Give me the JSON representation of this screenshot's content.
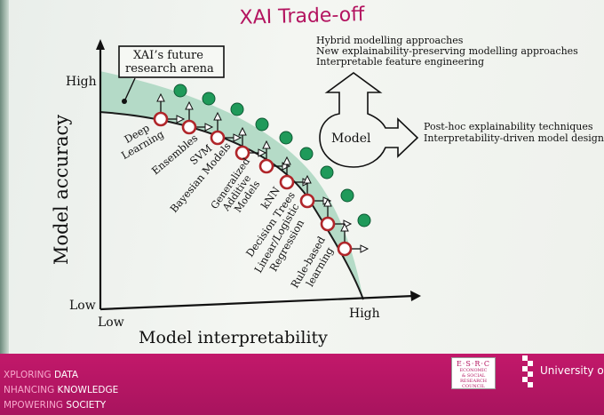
{
  "title": "XAI Trade-off",
  "colors": {
    "accent": "#b3135f",
    "green": "#1f9a5a",
    "band": "#a9d6bf",
    "marker": "#b0262a"
  },
  "axes": {
    "y_label": "Model accuracy",
    "x_label": "Model interpretability",
    "y_high": "High",
    "y_low": "Low",
    "x_low": "Low",
    "x_high": "High"
  },
  "future_box": {
    "line1": "XAI’s future",
    "line2": "research arena"
  },
  "models": [
    {
      "line1": "Deep",
      "line2": "Learning"
    },
    {
      "line1": "Ensembles",
      "line2": ""
    },
    {
      "line1": "SVM",
      "line2": ""
    },
    {
      "line1": "Bayesian Models",
      "line2": ""
    },
    {
      "line1": "Generalized",
      "line2": "Additive",
      "line3": "Models"
    },
    {
      "line1": "kNN",
      "line2": ""
    },
    {
      "line1": "Decision Trees",
      "line2": ""
    },
    {
      "line1": "Linear/Logistic",
      "line2": "Regression"
    },
    {
      "line1": "Rule-based",
      "line2": "learning"
    }
  ],
  "up_items": [
    "Hybrid modelling approaches",
    "New explainability-preserving modelling approaches",
    "Interpretable feature engineering"
  ],
  "arrow_center_label": "Model",
  "right_items": [
    "Post-hoc explainability techniques",
    "Interpretability-driven model designs"
  ],
  "footer": {
    "line1_hl": "XPLORING",
    "line1": " DATA",
    "line2_hl": "NHANCING",
    "line2": " KNOWLEDGE",
    "line3_hl": "MPOWERING",
    "line3": " SOCIETY",
    "esrc_top": "E·S·R·C",
    "esrc_lines": [
      "ECONOMIC",
      "& SOCIAL",
      "RESEARCH",
      "COUNCIL"
    ],
    "university": "University of Es"
  }
}
